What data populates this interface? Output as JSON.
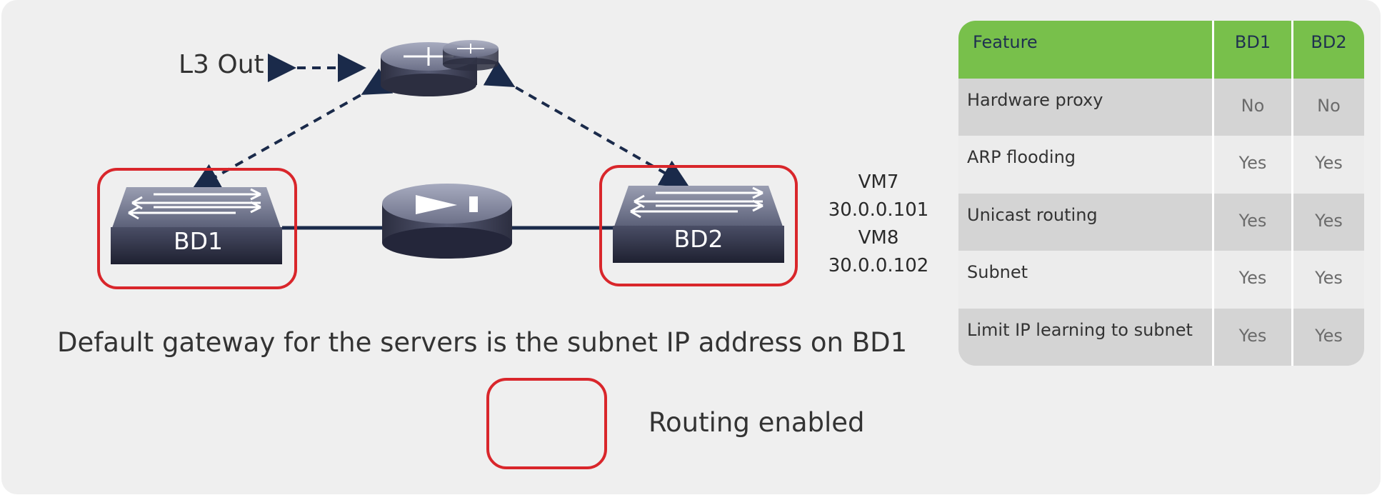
{
  "diagram": {
    "l3out_label": "L3 Out",
    "bd1_label": "BD1",
    "bd2_label": "BD2",
    "vm_lines": [
      "VM7",
      "30.0.0.101",
      "VM8",
      "30.0.0.102"
    ],
    "caption": "Default gateway for the servers is the subnet IP address on BD1",
    "legend_label": "Routing enabled",
    "colors": {
      "background": "#efefef",
      "routing_box": "#d9262b",
      "arrow": "#1a2a4a",
      "link": "#1a2a4a",
      "device_top": "#6a6f86",
      "device_front": "#2a2d3d",
      "header_green": "#78c04b"
    }
  },
  "table": {
    "headers": [
      "Feature",
      "BD1",
      "BD2"
    ],
    "rows": [
      {
        "feature": "Hardware proxy",
        "bd1": "No",
        "bd2": "No"
      },
      {
        "feature": "ARP flooding",
        "bd1": "Yes",
        "bd2": "Yes"
      },
      {
        "feature": "Unicast routing",
        "bd1": "Yes",
        "bd2": "Yes"
      },
      {
        "feature": "Subnet",
        "bd1": "Yes",
        "bd2": "Yes"
      },
      {
        "feature": "Limit IP learning to subnet",
        "bd1": "Yes",
        "bd2": "Yes"
      }
    ]
  }
}
